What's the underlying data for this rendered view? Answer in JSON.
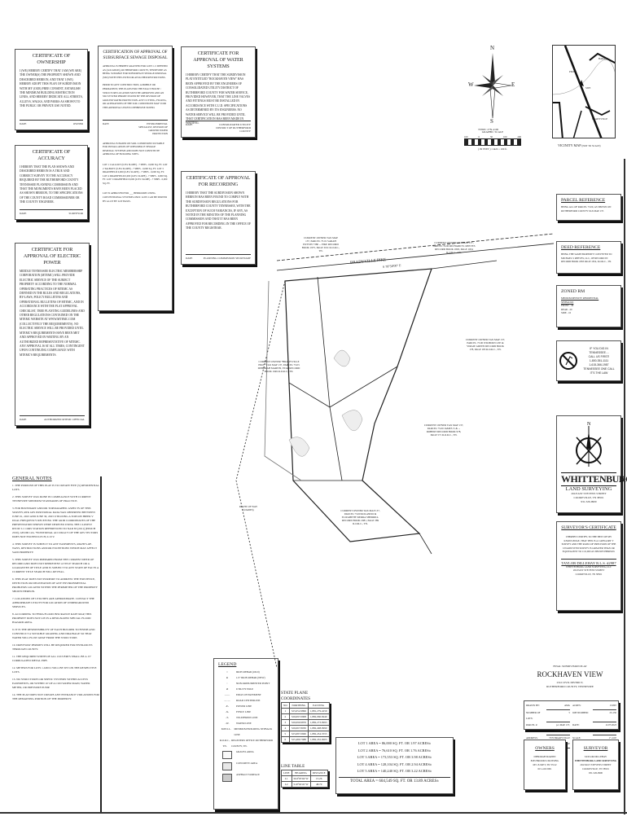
{
  "certificates": {
    "ownership": {
      "title": "CERTIFICATE OF OWNERSHIP",
      "text": "I (WE) HEREBY CERTIFY THAT I AM (WE ARE) THE OWNER(S) THE PROPERTY SHOWN AND DESCRIBED HEREON, AND THAT I (WE) HEREBY ADOPT THIS PLAN OF SUBDIVISION WITH MY (OUR) FREE CONSENT, ESTABLISH THE MINIMUM BUILDING RESTRICTION LINES, AND HEREBY DEDICATE ALL STREETS, ALLEYS, WALKS, AND PARKS AS SHOWN TO THE PUBLIC OR PRIVATE USE NOTED.",
      "left": "DATE",
      "right": "OWNER"
    },
    "accuracy": {
      "title": "CERTIFICATE OF ACCURACY",
      "text": "I HEREBY THAT THE PLAN SHOWN AND DESCRIBED HEREON IS A TRUE AND CORRECT SURVEY TO THE ACCURACY REQUIRED BY THE RUTHERFORD COUNTY TENNESSEE PLANNING COMMISSION AND THAT THE MONUMENTS HAVE BEEN PLACED AS SHOWN HEREON, TO THE SPECIFICATIONS OF THE COUNTY ROAD COMMISSIONER OR THE COUNTY ENGINEER.",
      "left": "DATE",
      "right": "SURVEYOR"
    },
    "electric": {
      "title": "CERTIFICATE FOR APPROVAL OF ELECTRIC POWER",
      "text": "MIDDLE TENNESSEE ELECTRIC MEMBERSHIP CORPORATION (MTEMC) WILL PROVIDE ELECTRIC SERVICE OF THE SUBJECT PROPERTY ACCORDING TO THE NORMAL OPERATING PRACTICES OF MTEMC AS DEFINED IN THE RULES AND REGULATIONS, BY-LAWS, POLICY BULLETINS AND OPERATIONAL BULLETINS OF MTEMC, AND IN ACCORDANCE WITH THE PLAT APPROVAL CHECKLIST, TREE PLANTING GUIDELINES AND OTHER REGULATIONS CONTAINED ON THE MTEMC WEBSITE AT WWW.MTEMC.COM (COLLECTIVELY THE REQUIREMENTS). NO ELECTRIC SERVICE WILL BE PROVIDED UNTIL MTEMC'S REQUIREMENTS HAVE BEEN MET AND APPROVED IN WRITING BY AN AUTHORIZED REPRESENTATIVE OF MTEMC. ANY APPROVAL IS AT ALL TIMES, CONTINGENT UPON CONTINUING COMPLIANCE WITH MTEMC'S REQUIREMENTS.",
      "left": "DATE",
      "right": "AUTHORIZED MTEMC OFFICIAL"
    },
    "sewage": {
      "title": "CERTIFICATION OF APPROVAL OF SUBSURFACE SEWAGE DISPOSAL",
      "text1": "APPROVAL IS HEREBY GRANTED FOR LOTS 1-5 DEFINED AS (LOCATION), RUTHERFORD COUNTY, TENNESSEE AS BEING SUITABLE FOR SUBSURFACE SEWAGE DISPOSAL (SSD) WITH THE LISTED OR ATTACHED RESTRICTIONS.",
      "text2": "PRIOR TO ANY CONSTRUCTION, A MOBILE OR PERMANENT, THE PLANS FOR THE EXACT HOUSE / STRUCTURE LOCATION MUST BE APPROVED AND AN SSD SYSTEM PERMIT ISSUED BY THE DIVISION OF GROUND WATER PROTECTION. ANY CUTTING, FILLING, OR ALTERATIONS OF THE SOIL CONDITIONS MAY VOID THIS APPROVAL UNLESS OTHERWISE NOTED.",
      "sig_left": "DATE",
      "sig_right": "ENVIRONMENTAL SPECIALIST, DIVISION OF GROUND WATER PROTECTION",
      "text3": "APPROVAL IS BASED ON SOIL CONDITIONS SUITABLE FOR INSTALLATION OF SUBSURFACE SEWAGE DISPOSAL SYSTEMS AND DOES NOT CONSTITUTE APPROVAL OF BUILDING SITES.",
      "text4": "LOT 1 CALLOUT (0-8% SLOPE) - 7 SHPS - 0,000 SQ. FT. LOT 2 TALBOTT (0-8% SLOPE) - 7 SHPS - 0,000 SQ. FT. LOT 3 DRAINFIELD 0,000 (0-8% SLOPE) - 7 SHPS - 0,000 SQ. FT. LOT 4 DRAINFIELD 0,000 (0-8% SLOPE) - 7 SHPS - 0,000 SQ. FT. LOT 5 DRAINFIELD 0,000 (0-8% SLOPE) - 7 SHPS - 0,000 SQ. FT.",
      "text5": "LOT IS APPROVED FOR ___ BEDROOMS USING CONVENTIONAL SYSTEMS ONLY. LOTS CAN BE SERVED BY A LOT BY LOT BASIS."
    },
    "water": {
      "title": "CERTIFICATE FOR APPROVAL OF WATER SYSTEMS",
      "text": "I HEREBY CERTIFY THAT THE SUBDIVISION PLAT ENTITLED \"ROCKHAVEN VIEW\" HAS BEEN APPROVED BY THE ENGINEERS OF CONSOLIDATED UTILITY DISTRICT OF RUTHERFORD COUNTY FOR WATER SERVICE, PROVIDED HOWEVER, THAT THE LINE VALVES AND FITTINGS MUST BE INSTALLED IN ACCORDANCE WITH C.U.D. SPECIFICATIONS AS DETERMINED BY ITS ENGINEERS. NO WATER SERVICE WILL BE PROVIDED UNTIL THAT CERTIFICATION HAS BEEN MADE IN WRITING.",
      "left": "DATE",
      "right": "CONSOLIDATED UTILITY DISTRICT OF RUTHERFORD COUNTY"
    },
    "recording": {
      "title": "CERTIFICATE OF APPROVAL FOR RECORDING",
      "text": "I HEREBY THAT THE SUBDIVISION SHOWN HEREON HAS BEEN FOUND TO COMPLY WITH THE SUBDIVISION REGULATIONS FOR RUTHERFORD COUNTY TENNESSEE, WITH THE EXCEPTION OF SUCH VARIANCES, IF ANY, AS NOTED IN THE MINUTES OF THE PLANNING COMMISSION AND THAT IT HAS BEEN APPROVED FOR RECORDING IN THE OFFICE OF THE COUNTY REGISTRAR.",
      "left": "DATE",
      "right": "PLANNING COMMISSION SECRETARY"
    }
  },
  "north_arrow": {
    "n": "N",
    "s": "S",
    "e": "E",
    "w": "W",
    "datum": "TNSPC 27N-4100"
  },
  "graphic_scale": {
    "title": "GRAPHIC SCALE",
    "ticks": [
      "100",
      "0",
      "50",
      "100",
      "200"
    ],
    "units": "( IN FEET ) 1 inch = 100 ft."
  },
  "vicinity_map": {
    "caption": "VICINITY MAP",
    "note": "(NOT TO SCALE)",
    "site": "SITE",
    "labels": [
      "BARNES",
      "BRADYVILLE",
      "PIKE"
    ]
  },
  "parcel_reference": {
    "title": "PARCEL REFERENCE",
    "text": "BEING ALL OF PARCEL 73.00, AS SHOWN ON RUTHERFORD COUNTY TAX MAP 137."
  },
  "deed_reference": {
    "title": "DEED REFERENCE",
    "text": "BEING THE SAME PROPERTY CONVEYED TO MICHAEL S REEVES, LLC, OF RECORD IN RECORD BOOK 1893 PAGE 1654, R.O.R.C., TN."
  },
  "zoning": {
    "title": "ZONED RM",
    "subtitle": "MEDIUM DENSITY RESIDENTIAL",
    "setbacks": "SETBACKS",
    "front": "FRONT - 40",
    "rear": "REAR - 20",
    "side": "SIDE - 10"
  },
  "one_call": {
    "lines": [
      "IF YOU DIG IN TENNESSEE....",
      "CALL US FIRST!",
      "1-800-351-1111",
      "1-615-366-1987",
      "TENNESSEE ONE CALL",
      "IT'S THE LAW"
    ]
  },
  "company": {
    "name": "WHITTENBURG",
    "sub": "LAND SURVEYING",
    "address": "204 EAST STEVENS STREET",
    "city": "COOKEVILLE, TN 38501",
    "phone": "931-526-9900"
  },
  "surveyor_certificate": {
    "title": "SURVEYOR'S CERTIFICATE",
    "text": "I HEREBY CERTIFY, TO THE BEST OF MY KNOWLEDGE, THAT THIS IS A CATEGORY 'I' SURVEY AND THE RATIO OF PRECISION OF THE UNADJUSTED SURVEY IS GREATER THAN OR EQUIVALENT TO 1:10,000 AS SHOWN HEREON.",
    "name": "TAYLOR DILLEHAY R.L.S. #2987",
    "firm": "WHITTENBURG LAND SURVEYING, LLC",
    "address": "204 EAST STEVENS STREET",
    "city": "COOKEVILLE, TN 38501"
  },
  "title_block": {
    "pre": "FINAL SUBDIVISION PLAT",
    "name": "ROCKHAVEN VIEW",
    "district": "23rd CIVIL DISTRICT,",
    "county": "RUTHERFORD COUNTY, TENNESSEE",
    "rows": [
      [
        "DRAWN BY:",
        "AMG",
        "ACRES:",
        "13.89±"
      ],
      [
        "NUMBER OF LOTS:",
        "5",
        "JOB NUMBER:",
        "23-150"
      ],
      [
        "PARCEL #:",
        "p/o MAP 137, PARCEL 73.00",
        "DATE:",
        "11/07/2023"
      ],
      [
        "ADDRESS:",
        "7370 BRADYVILLE PIKE",
        "SCALE:",
        "1\"=100'"
      ]
    ]
  },
  "owners": {
    "title": "OWNERS",
    "lines": [
      "DEBORAH MARTIN",
      "8265 BROOKS CROSSING",
      "MT. JULIET, TN 37122",
      "615-419-5001"
    ]
  },
  "surveyor": {
    "title": "SURVEYOR",
    "lines": [
      "TAYLOR DILLEHAY",
      "WHITTENBURG LAND SURVEYING",
      "204 EAST STEVENS STREET",
      "COOKEVILLE, TN 38501",
      "931-526-9900"
    ]
  },
  "general_notes": {
    "title": "GENERAL NOTES",
    "items": [
      "1. THE PURPOSE OF THIS PLAT IS TO CREATE FIVE (5) RESIDENTIAL LOTS.",
      "2. THIS SURVEY WAS DONE IN COMPLIANCE WITH CURRENT TENNESSEE MINIMUM STANDARDS OF PRACTICE.",
      "3. FOR BOUNDARY AND/OR TOPOGRAPHIC ASPECTS OF THIS SURVEY, RTK GPS POSITIONAL DATA WAS OBSERVED BETWEEN JUNE 01, 2023 AND JUNE 30, 2023 UTILIZING A TOPCON HIPER V DUAL FREQUENCY RECEIVER. THE GRID COORDINATES OF THE PRESENTATION SHOWN WERE DERIVED USING THE CLOSEST RTCM 3.1 CORS STATION REFERENCED TO NAD 83 (2011) (EPOCH 2010), GEOID 12A. *POSITIONAL ACCURACY OF THE GPS VECTORS DOES NOT EXCEED 0.05 H, 0.10 V.",
      "4. THIS SURVEY IS SUBJECT TO ANY EASEMENTS, RIGHTS-OF-WAYS, RESTRICTIONS AND/OR EXCEPTIONS WHICH MAY AFFECT SAID PROPERTY.",
      "5. THIS SURVEY WAS PREPARED FROM THE CURRENT DEED OF RECORD AND DOES NOT REPRESENT A TITLE SEARCH OR A GUARANTEE OF TITLE AND IS SUBJECT TO ANY STATE OF FACTS A CURRENT TITLE SEARCH WILL REVEAL.",
      "6. THIS PLAT DOES NOT PURPORT TO ADDRESS THE EXISTENCE, DETECTION OR DELINEATION OF ANY ENVIRONMENTAL PROBLEMS LOCATED WITHIN THE PERIMETER OF THE PROPERTY SHOWN HEREON.",
      "7. LOCATIONS OF UTILITIES ARE APPROXIMATE. CONTACT THE APPROPRIATE UTILITY FOR LOCATION OF UNDERGROUND SERVICES.",
      "8. ACCORDING TO FEMA FLOOD INSURANCE RATE MAP, THIS PROPERTY DOES NOT LIE IN A DESIGNATED SPECIAL FLOOD HAZARD AREA.",
      "9. IT IS THE RESPONSIBILITY OF EACH BUILDER TO FINISH AND CONSTRUCT A SUITABLE GRADING AND DRAINAGE SO THAT WATER WILL FLOW AWAY FROM THE STRUCTURE.",
      "10. DRIVEWAY PERMITS WILL BE REQUIRED FOR ENTRANCES THROUGH COUNTY.",
      "11. THE REQUIRED WIDTH OF ALL CULVERTS SHALL BE A 15\" CORRUGATED METAL PIPE.",
      "12. METERS FOR LOTS 1 AND 2 WILL BE SET ON THE RESPECTIVE LOTS.",
      "13. NO STRUCTURES OR SEPTIC SYSTEMS WITHIN ACCESS EASEMENTS, OR WITHIN 10' OF A CUD WATER MAIN, WATER METER, OR PRESSURE PUMP.",
      "14. THE PLAT DOES NOT CREATE ANY ENTRANCE VIOLATIONS FOR THE REMAINING PORTION OF THE PROPERTY."
    ]
  },
  "legend": {
    "title": "LEGEND",
    "items": [
      {
        "sym": "○",
        "label": "IRON REBAR (OLD)"
      },
      {
        "sym": "●",
        "label": "1/2\" IRON REBAR (NEW)"
      },
      {
        "sym": "◦",
        "label": "NON-MONUMENTED POINT"
      },
      {
        "sym": "ø",
        "label": "UTILITY POLE"
      },
      {
        "sym": "——",
        "label": "EDGE OF PAVEMENT"
      },
      {
        "sym": "— —",
        "label": "ROAD CENTERLINE"
      },
      {
        "sym": "-e-",
        "label": "POWER LINE"
      },
      {
        "sym": "-x-",
        "label": "FENCE LINE"
      },
      {
        "sym": "-t-",
        "label": "TELEPHONE LINE"
      },
      {
        "sym": "-w-",
        "label": "WATER LINE"
      },
      {
        "sym": "M.B.S.L.",
        "label": "MINIMUM BUILDING SETBACK LINE"
      },
      {
        "sym": "R.O.R.C., TN.",
        "label": "REGISTERS OFFICE RUTHERFORD COUNTY, TN."
      },
      {
        "sym": "",
        "label": "GRAVEL AREA"
      },
      {
        "sym": "",
        "label": "CONCRETE AREA"
      },
      {
        "sym": "",
        "label": "ASPHALT SURFACE"
      }
    ]
  },
  "state_plane": {
    "title": "STATE PLANE COORDINATES",
    "headers": [
      "NO",
      "NORTHING",
      "EASTING"
    ],
    "rows": [
      [
        "1",
        "525,052.9896",
        "1,881,279.4259"
      ],
      [
        "2",
        "526,097.0908",
        "1,882,060.6940"
      ],
      [
        "3",
        "526,090.9876",
        "1,882,273.9993"
      ],
      [
        "4",
        "526,067.8030",
        "1,882,498.9990"
      ],
      [
        "5",
        "525,087.0660",
        "1,882,454.3555"
      ],
      [
        "6",
        "525,480.7988",
        "1,882,452.0003"
      ]
    ]
  },
  "line_table": {
    "title": "LINE TABLE",
    "headers": [
      "LINE",
      "BEARING",
      "DISTANCE"
    ],
    "rows": [
      [
        "L1",
        "S04°05'04\"W",
        "15.26"
      ],
      [
        "L2",
        "S10°02'45\"W",
        "48.79"
      ]
    ]
  },
  "lot_areas": {
    "lots": [
      "LOT 1 AREA = 86,000 SQ. FT. OR 1.97 ACRES±",
      "LOT 2 AREA = 76,610 SQ. FT. OR 1.76 ACRES±",
      "LOT 3 AREA = 173,553 SQ. FT. OR 3.98 ACRES±",
      "LOT 4 AREA = 128,104 SQ. FT. OR 2.94 ACRES±",
      "LOT 5 AREA = 140,240 SQ. FT. OR 3.22 ACRES±"
    ],
    "total": "TOTAL AREA = 604,549 SQ. FT. OR 13.89 ACRES±"
  },
  "map_labels": {
    "a": "CURRENT OWNER TAX MAP 137, PARCEL 73.01 SARAH POTVIN 7380 ... PIKE RECORD BOOK 1975, PAGE 3191 R.O.R.C., TN.",
    "b": "CURRENT OWNER TAX MAP 137, PARCEL 74.00 RICHARD W. REEVES RECORD BOOK 1893, PAGE 1654 R.O.R.C., TN.",
    "c": "CURRENT OWNER TAX MAP 137, PARCEL 73.00 WILBURN LEE & VIRGIE GREEN RECORD BOOK 178, PAGE 183 R.O.R.C., TN.",
    "d": "CURRENT OWNER TAX MAP 137, PARCEL 75.00 JAMES T. & ... ROBERT RECORD BOOK 978, PAGE 571 R.O.R.C., TN.",
    "e": "CURRENT OWNER TAX MAP 137, PARCEL 73.00 ROLANDO & ELIZABETH SIERRA SHERRILL RECORD BOOK 2981, PAGE 389 R.O.R.C., TN.",
    "f": "CURRENT OWNER *BRADYVILLE PIKE* TAX MAP 137, PARCEL 73.03 DEBORAH MARTIN, ETAL RECORD BOOK 1949 R.O.R.C., TN.",
    "road": "BRADYVILLE PIKE",
    "row": "RIGHT OF WAY (VARIES)",
    "bearing": "S 78°58'00\" E"
  }
}
